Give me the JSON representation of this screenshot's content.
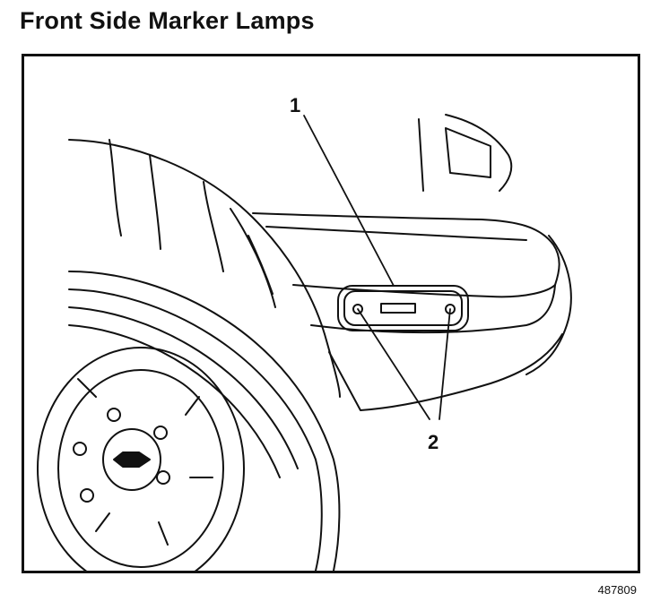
{
  "title": "Front Side Marker Lamps",
  "figure_id": "487809",
  "callouts": [
    {
      "number": "1",
      "meaning": "marker lamp lens"
    },
    {
      "number": "2",
      "meaning": "screws"
    }
  ]
}
